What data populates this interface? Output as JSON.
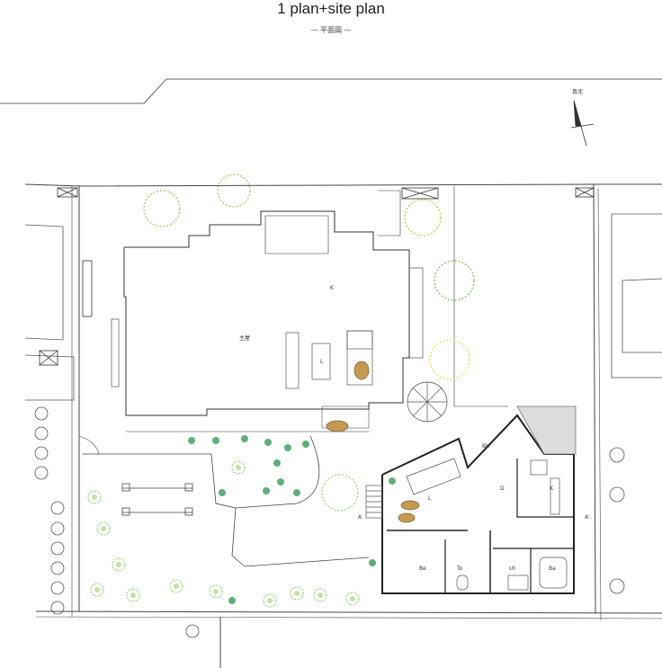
{
  "title": "1 plan+site plan",
  "subtitle": "― 平面図 ―",
  "north_label": "真北",
  "room_labels": {
    "main_house_k": "K",
    "main_house_name": "主屋",
    "main_house_l": "L",
    "living": "L",
    "dining": "D",
    "kitchen": "K",
    "bath": "Bh",
    "bedroom": "Be",
    "toilet": "To",
    "utility": "Ut",
    "bathroom": "Ba",
    "section_a": "A",
    "section_a_prime": "A'"
  }
}
